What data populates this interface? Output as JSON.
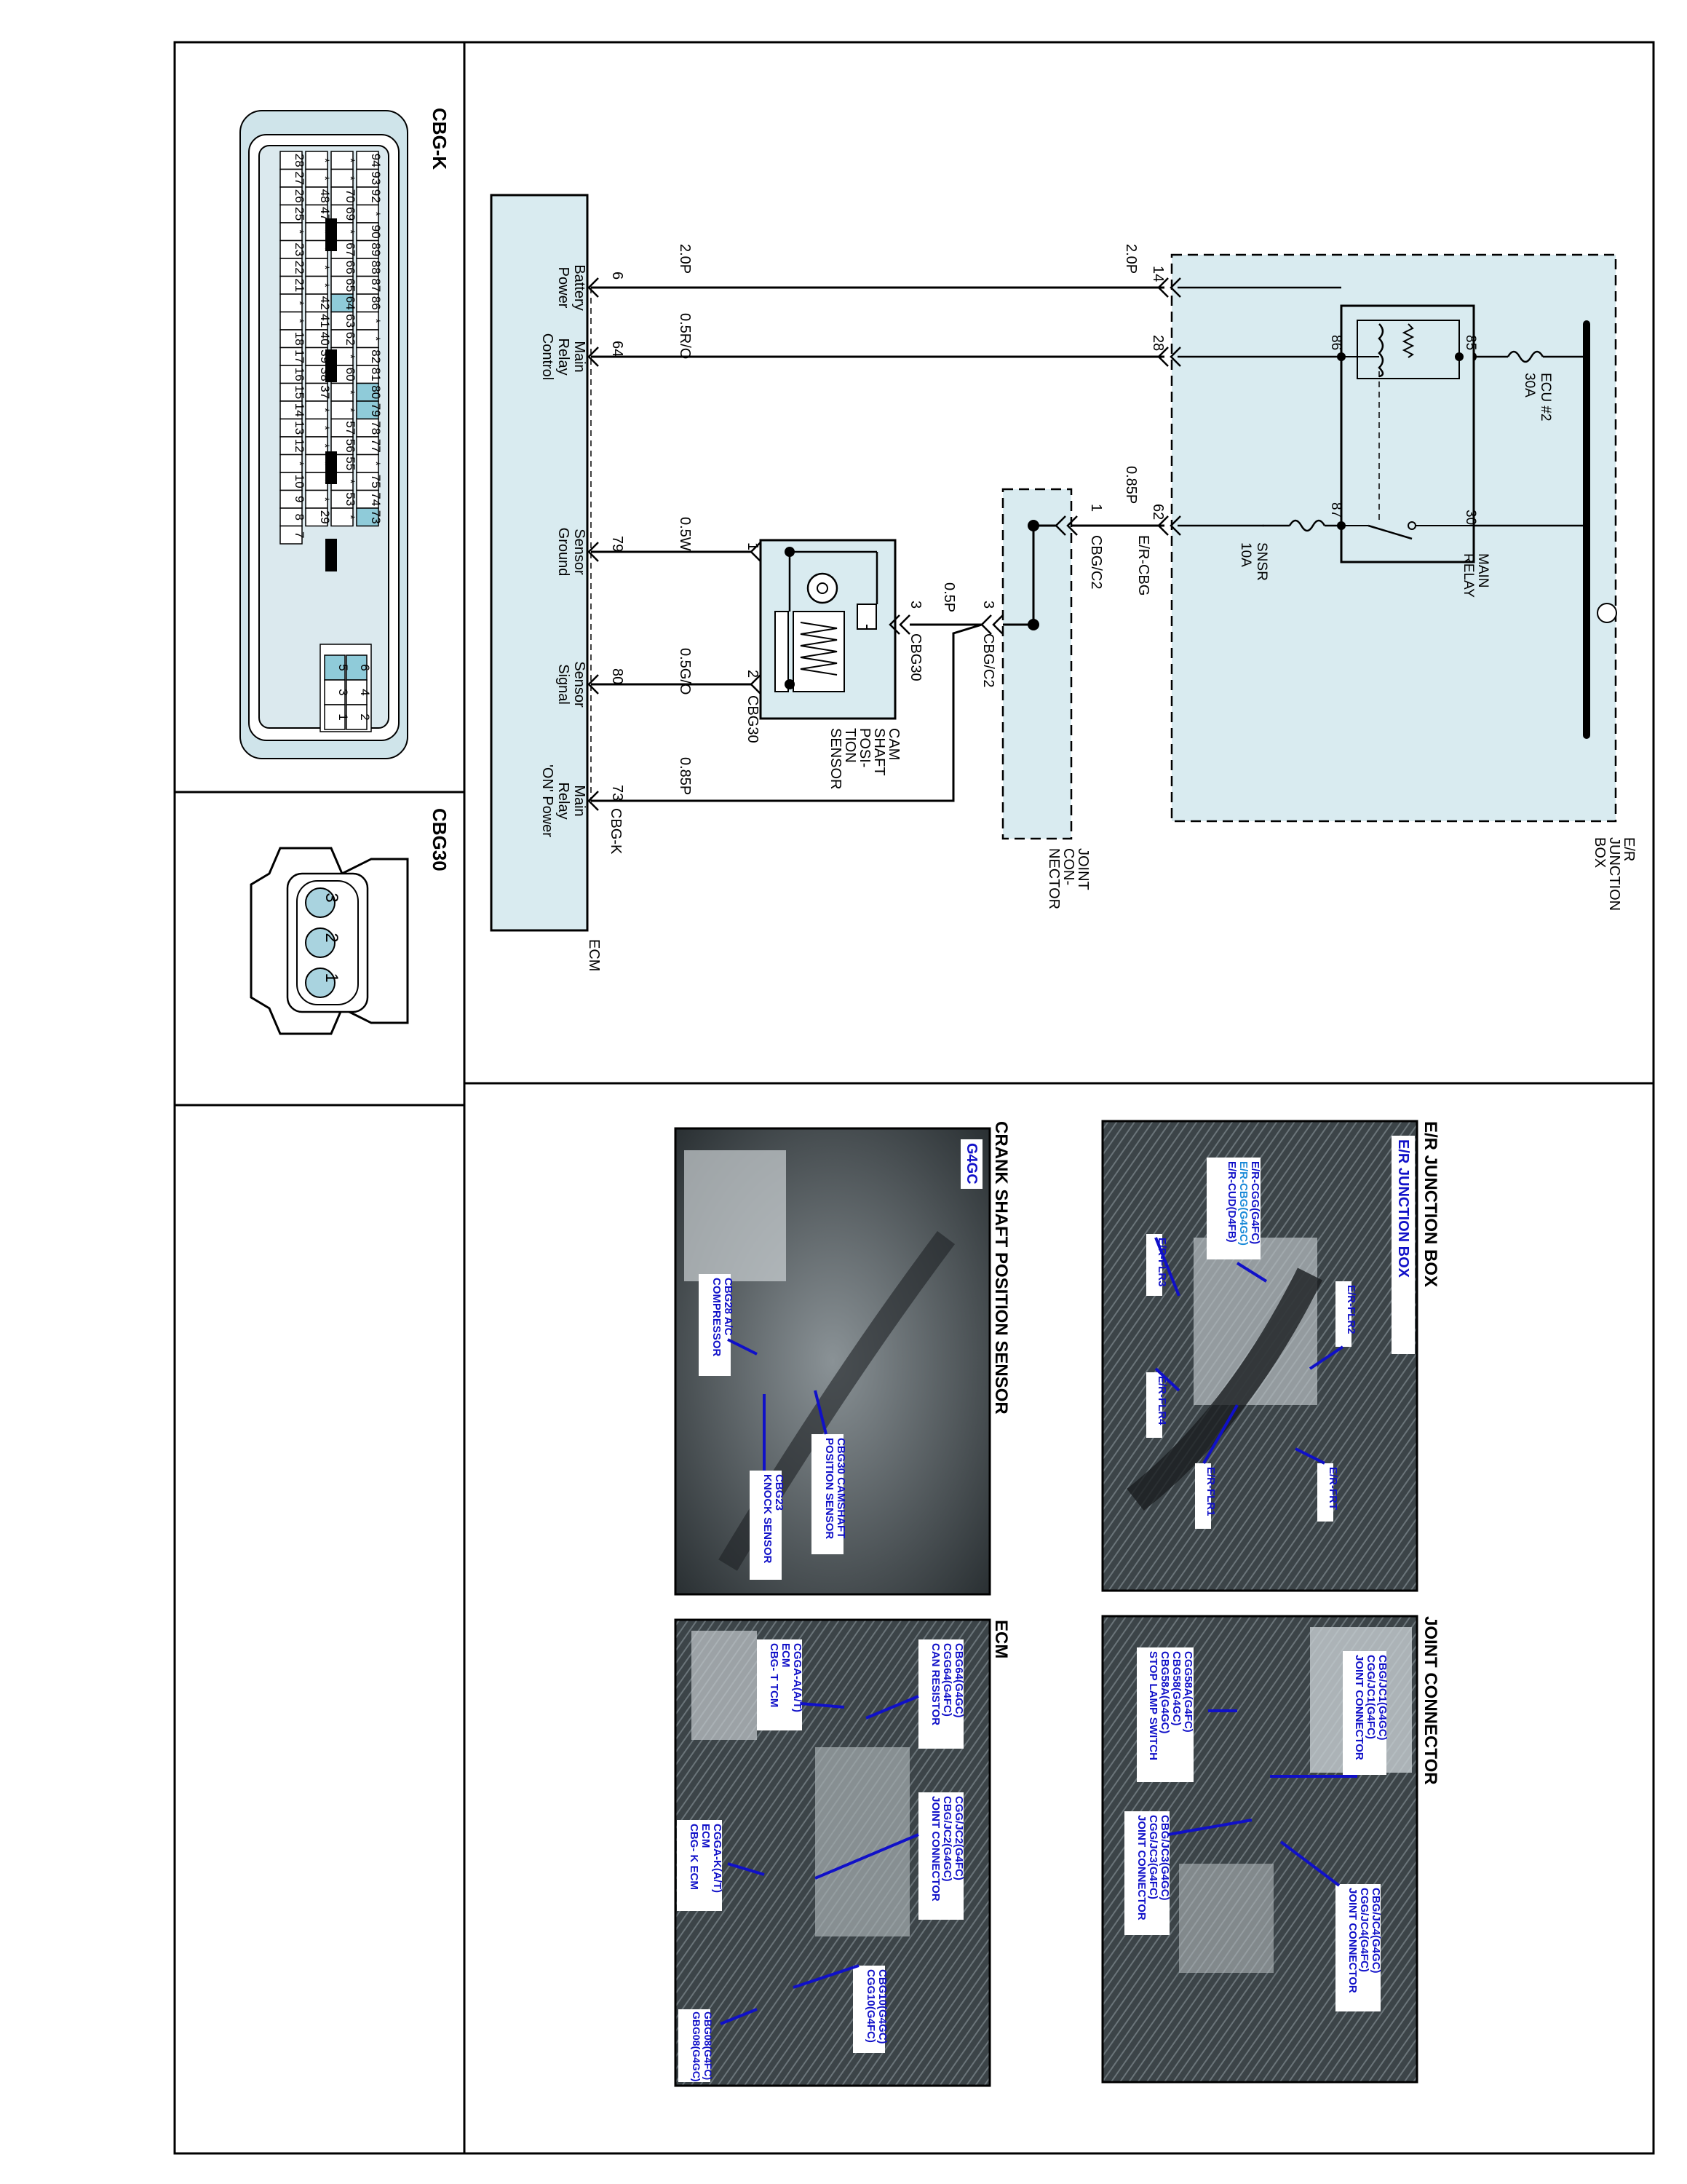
{
  "connectors": {
    "cbgk": {
      "title": "CBG-K",
      "rows": [
        [
          "94",
          "93",
          "92",
          "*",
          "90",
          "89",
          "88",
          "87",
          "86",
          "*",
          "*",
          "82",
          "81",
          "80",
          "79",
          "78",
          "77",
          "*",
          "75",
          "74",
          "73"
        ],
        [
          "*",
          "*",
          "70",
          "69",
          "*",
          "67",
          "66",
          "65",
          "64",
          "63",
          "62",
          "*",
          "60",
          "*",
          "*",
          "57",
          "56",
          "55",
          "*",
          "53",
          "*"
        ],
        [
          "*",
          "*",
          "48",
          "47",
          "*",
          "*",
          "*",
          "*",
          "42",
          "41",
          "40",
          "39",
          "38",
          "37",
          "*",
          "*",
          "*",
          "*",
          "*",
          "*",
          "29"
        ],
        [
          "28",
          "27",
          "26",
          "25",
          "*",
          "23",
          "22",
          "21",
          "*",
          "*",
          "18",
          "17",
          "16",
          "15",
          "14",
          "13",
          "12",
          "*",
          "10",
          "9",
          "8",
          "7"
        ]
      ],
      "highlight": [
        "64",
        "80",
        "79",
        "73"
      ],
      "small_block": [
        [
          "6",
          "5"
        ],
        [
          "4",
          "3"
        ],
        [
          "2",
          "1"
        ]
      ]
    },
    "cbg30": {
      "title": "CBG30",
      "pins": [
        "3",
        "2",
        "1"
      ]
    }
  },
  "schematic": {
    "junction_box": "E/R JUNCTION BOX",
    "fuse_ecu": "ECU #2",
    "fuse_ecu_rating": "30A",
    "fuse_snsr": "SNSR",
    "fuse_snsr_rating": "10A",
    "relay": "MAIN RELAY",
    "relay_pins": [
      "86",
      "85",
      "87",
      "30"
    ],
    "jb_pins": [
      "14",
      "28",
      "62"
    ],
    "er_cbg": "E/R-CBG",
    "joint_connector": "JOINT CONNECTOR",
    "jc_pin_top": "1",
    "jc_label_top": "CBG/C2",
    "jc_pin_bottom": "3",
    "jc_label_bottom": "CBG/C2",
    "cam_sensor": "CAM SHAFT POSITION SENSOR",
    "cam_conn": "CBG30",
    "cam_pins": [
      "3",
      "1",
      "2"
    ],
    "ecm": "ECM",
    "ecm_conn": "CBG-K",
    "wires": {
      "w1": "2.0P",
      "w2": "2.0P",
      "w3": "0.5R/O",
      "w4": "0.85P",
      "w5": "0.5P",
      "w6": "0.5W",
      "w7": "0.5G/O",
      "w8": "0.85P"
    },
    "ecm_pins": [
      {
        "num": "6",
        "label": "Battery Power"
      },
      {
        "num": "64",
        "label": "Main Relay Control"
      },
      {
        "num": "79",
        "label": "Sensor Ground"
      },
      {
        "num": "80",
        "label": "Sensor Signal"
      },
      {
        "num": "73",
        "label": "Main Relay 'ON' Power"
      }
    ]
  },
  "photos": {
    "junction": {
      "heading": "E/R JUNCTION BOX",
      "tag": "E/R JUNCTION BOX",
      "labels": [
        "E/R-CGG(G4FC)",
        "E/R-CBG(G4GC)",
        "E/R-CUD(D4FB)",
        "E/R-FLR3",
        "E/R-FLR2",
        "E/R-FLR4",
        "E/R-FLR1",
        "E/R-FRT"
      ]
    },
    "joint": {
      "heading": "JOINT CONNECTOR",
      "labels": [
        "CBG/JC1(G4GC)",
        "CGG/JC1(G4FC)",
        "JOINT CONNECTOR",
        "CGG58A(G4FC)",
        "CBG58(G4GC)",
        "CBG58A(G4GC)",
        "STOP LAMP SWITCH",
        "CBG/JC3(G4GC)",
        "CGG/JC3(G4FC)",
        "JOINT CONNECTOR",
        "CBG/JC4(G4GC)",
        "CGG/JC4(G4FC)",
        "JOINT CONNECTOR"
      ]
    },
    "crank": {
      "heading": "CRANK SHAFT POSITION SENSOR",
      "tag": "G4GC",
      "labels": [
        "CBG28 A/C",
        "COMPRESSOR",
        "CBG30 CAMSHAFT",
        "POSITION SENSOR",
        "CBG23",
        "KNOCK SENSOR"
      ]
    },
    "ecm": {
      "heading": "ECM",
      "labels": [
        "CBG64(G4GC)",
        "CGG64(G4FC)",
        "CAN RESISTOR",
        "CGGA-A(A/T)",
        "ECM",
        "CBG- T TCM",
        "CGG/JC2(G4FC)",
        "CBG/JC2(G4GC)",
        "JOINT CONNECTOR",
        "CGGA-K(A/T)",
        "ECM",
        "CBG- K ECM",
        "CBG10(G4GC)",
        "CGG10(G4FC)",
        "GBG08(G4FC)",
        "GBG08(G4GC)"
      ]
    }
  }
}
